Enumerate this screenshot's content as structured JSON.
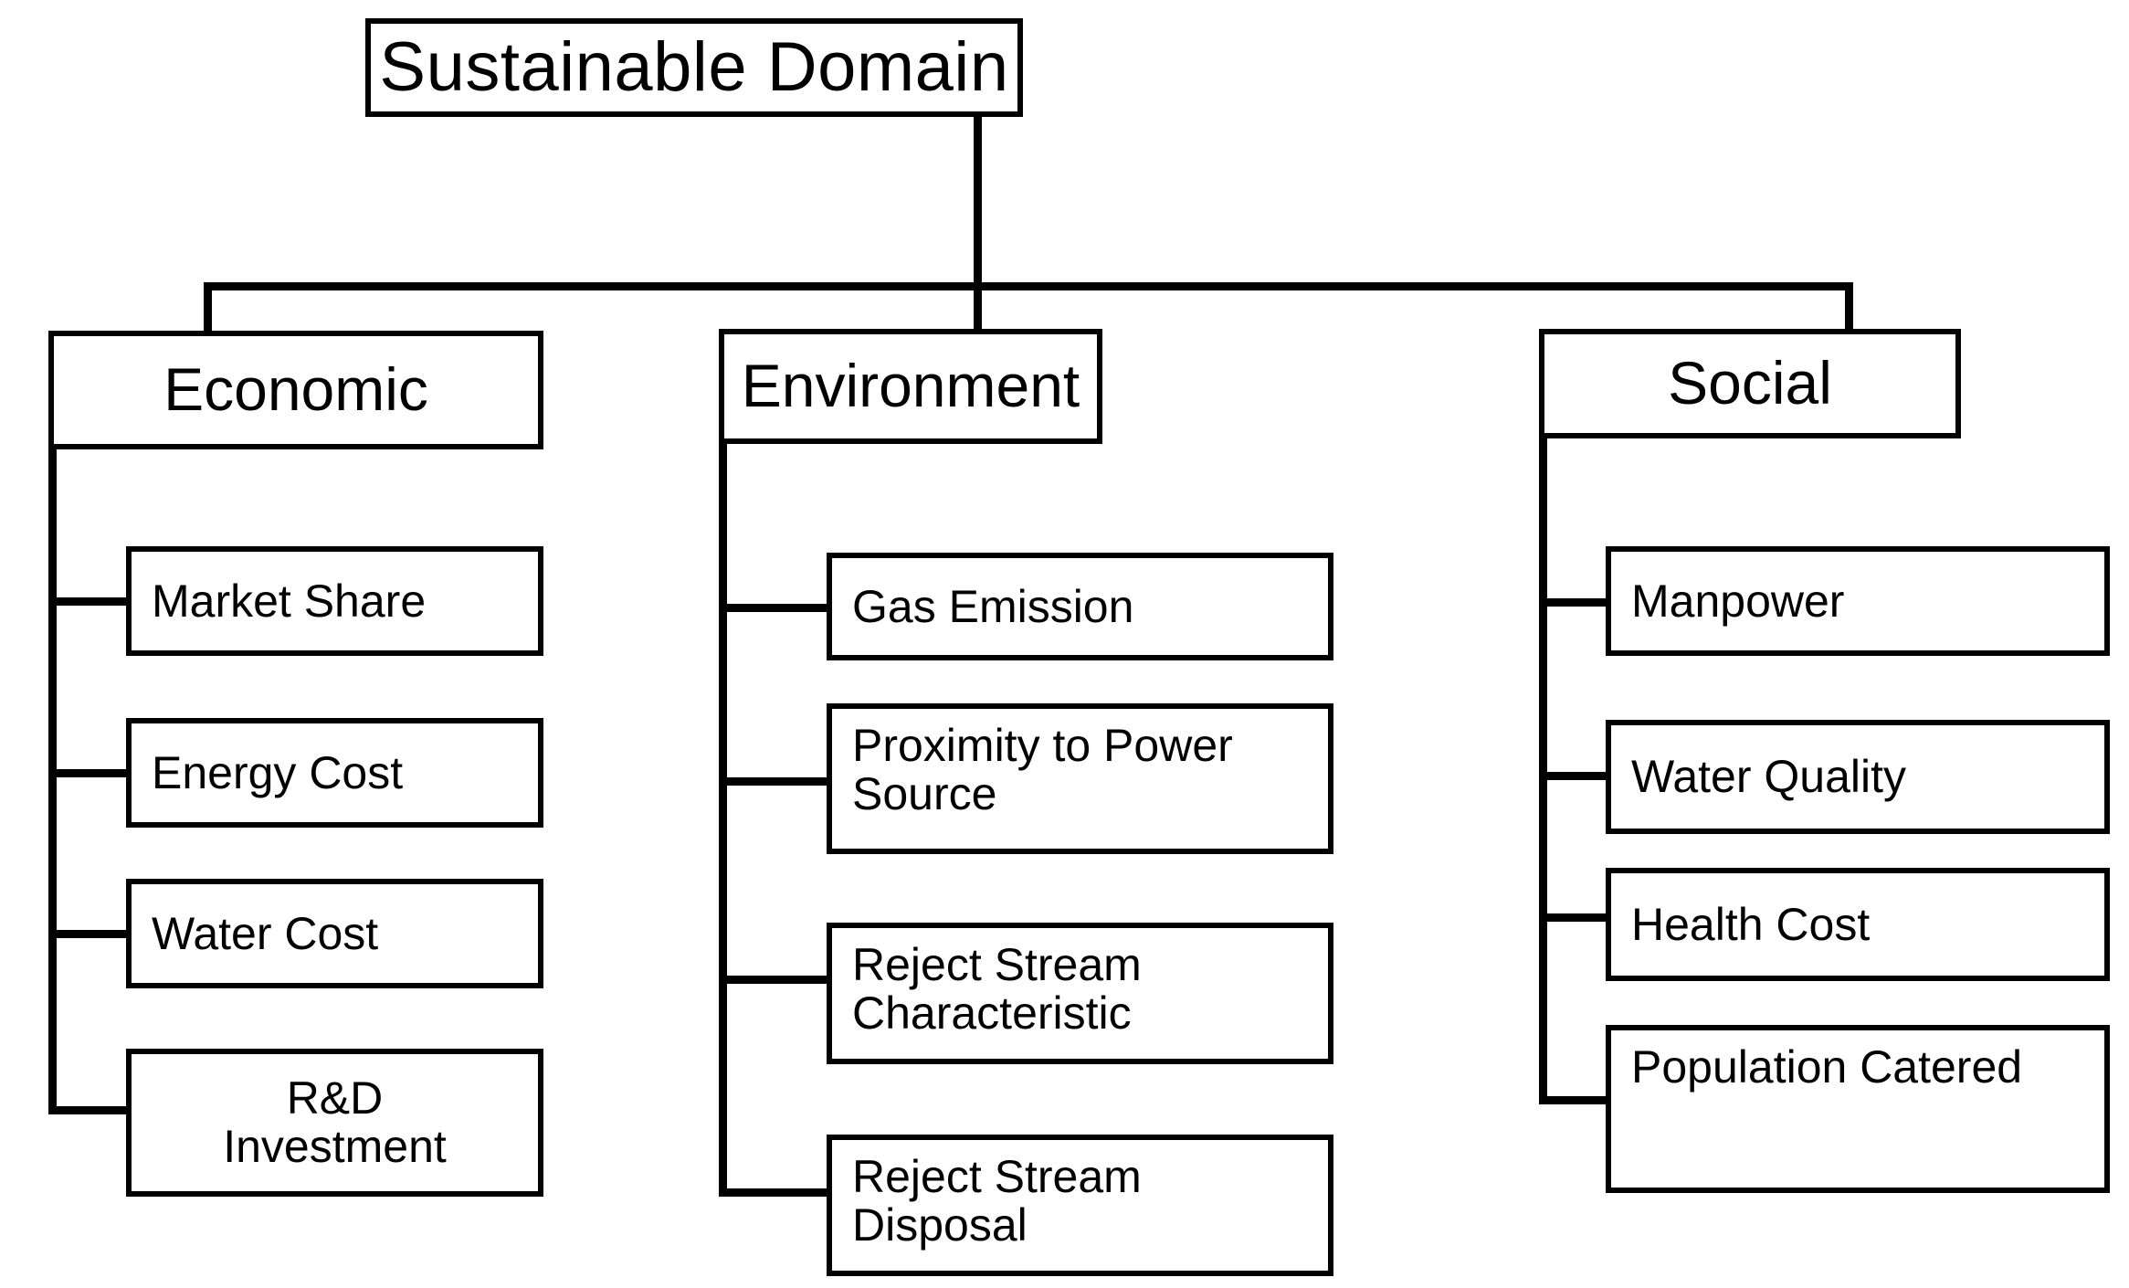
{
  "diagram": {
    "title": "Sustainable Domain",
    "type": "hierarchy-tree",
    "orientation": "top-down",
    "line_color": "#000000",
    "box_fill": "#ffffff",
    "box_border_color": "#000000",
    "root": {
      "label": "Sustainable Domain"
    },
    "categories": [
      {
        "label": "Economic",
        "children": [
          {
            "label": "Market Share"
          },
          {
            "label": "Energy Cost"
          },
          {
            "label": "Water Cost"
          },
          {
            "label": "R&D\nInvestment"
          }
        ]
      },
      {
        "label": "Environment",
        "children": [
          {
            "label": "Gas Emission"
          },
          {
            "label": "Proximity to Power\nSource"
          },
          {
            "label": "Reject Stream\nCharacteristic"
          },
          {
            "label": "Reject Stream\nDisposal"
          }
        ]
      },
      {
        "label": "Social",
        "children": [
          {
            "label": "Manpower"
          },
          {
            "label": "Water Quality"
          },
          {
            "label": "Health Cost"
          },
          {
            "label": "Population Catered"
          }
        ]
      }
    ]
  }
}
